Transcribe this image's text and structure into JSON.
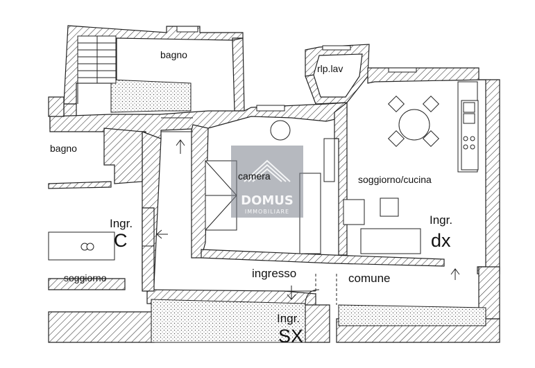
{
  "rooms": {
    "bagno_top": "bagno",
    "rlp_lav": "rlp.lav",
    "bagno_left": "bagno",
    "camera": "camera",
    "soggiorno_cucina": "soggiorno/cucina",
    "soggiorno": "soggiorno",
    "ingresso": "ingresso",
    "comune": "comune"
  },
  "entrances": {
    "c": {
      "label": "Ingr.",
      "letter": "C"
    },
    "dx": {
      "label": "Ingr.",
      "letter": "dx"
    },
    "sx": {
      "label": "Ingr.",
      "letter": "SX"
    }
  },
  "watermark": {
    "brand": "DOMUS",
    "tagline": "IMMOBILIARE"
  },
  "colors": {
    "wall_hatch": "#333333",
    "wall_fill": "#ffffff",
    "stipple": "#555555",
    "watermark": "#7a7f8a"
  }
}
